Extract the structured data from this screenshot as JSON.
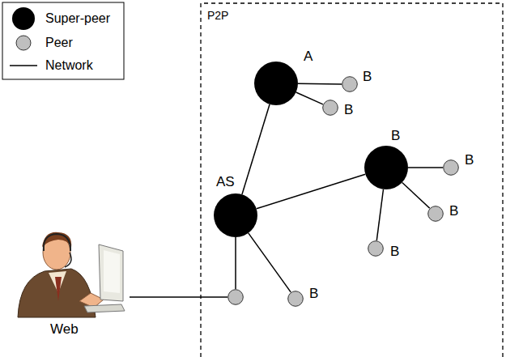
{
  "diagram": {
    "nodes": [
      {
        "text": [
          "A"
        ]
      },
      {
        "text": [
          "B"
        ]
      },
      {
        "text": [
          "B"
        ]
      },
      {
        "text": [
          "AS"
        ]
      },
      {
        "text": [
          "B"
        ]
      },
      {
        "text": [
          "B"
        ]
      },
      {
        "text": [
          "Web"
        ]
      },
      {
        "text": []
      },
      {
        "text": [
          "B"
        ]
      },
      {
        "text": [
          "B"
        ]
      },
      {
        "text": [
          "B"
        ]
      }
    ],
    "edges": [
      {
        "from": 0,
        "to": 1,
        "arrow": "none"
      },
      {
        "from": 0,
        "to": 2,
        "arrow": "none"
      },
      {
        "from": 0,
        "to": 3,
        "arrow": "none"
      },
      {
        "from": 3,
        "to": 4,
        "arrow": "none"
      },
      {
        "from": 4,
        "to": 5,
        "arrow": "none"
      },
      {
        "from": 4,
        "to": 9,
        "arrow": "none"
      },
      {
        "from": 4,
        "to": 10,
        "arrow": "none"
      },
      {
        "from": 3,
        "to": 7,
        "arrow": "none"
      },
      {
        "from": 3,
        "to": 8,
        "arrow": "none"
      },
      {
        "from": 6,
        "to": 7,
        "arrow": "none"
      }
    ],
    "labels": [
      "P2P"
    ],
    "legend": [
      {
        "text": "Super-peer"
      },
      {
        "text": "Peer"
      },
      {
        "text": "Network"
      }
    ]
  }
}
